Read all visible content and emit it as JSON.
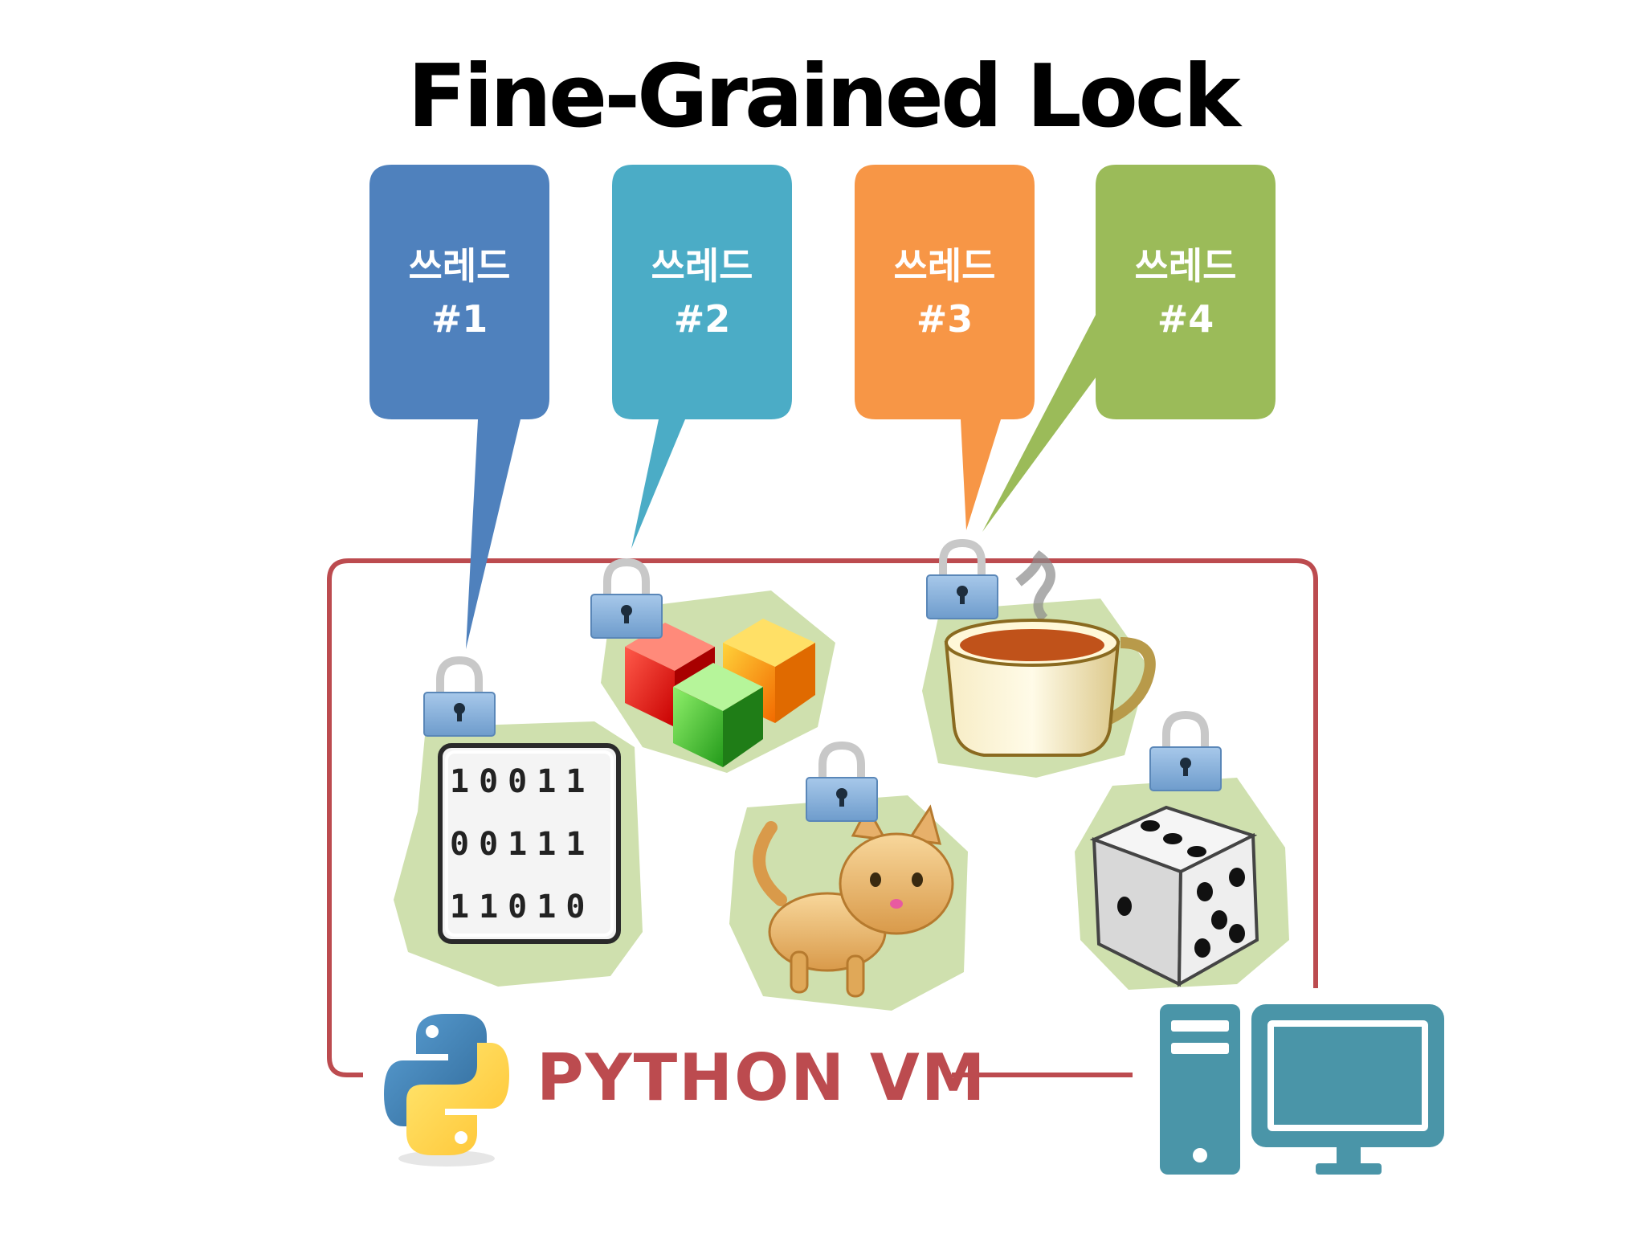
{
  "title": "Fine-Grained Lock",
  "threads": [
    {
      "label": "쓰레드",
      "number": "#1",
      "color": "#4f81bd"
    },
    {
      "label": "쓰레드",
      "number": "#2",
      "color": "#4bacc6"
    },
    {
      "label": "쓰레드",
      "number": "#3",
      "color": "#f79646"
    },
    {
      "label": "쓰레드",
      "number": "#4",
      "color": "#9bbb59"
    }
  ],
  "binary_rows": [
    "10011",
    "00111",
    "11010"
  ],
  "vm_label": "PYTHON VM",
  "icons": [
    "binary-data-icon",
    "cubes-icon",
    "teacup-icon",
    "cat-icon",
    "dice-icon",
    "lock-icon",
    "python-logo-icon",
    "computer-icon"
  ],
  "colors": {
    "vm_border": "#bc4b4f",
    "resource_blob": "#cfe0ae",
    "computer": "#4a95a8"
  }
}
